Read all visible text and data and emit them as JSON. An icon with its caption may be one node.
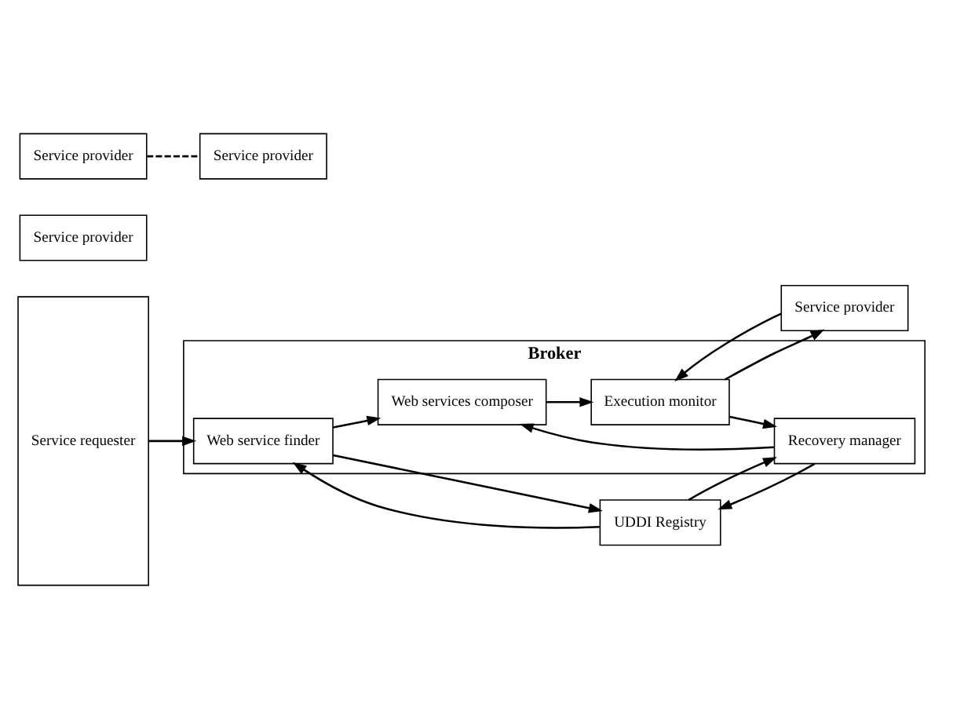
{
  "diagram": {
    "nodes": [
      {
        "text": [
          "Service requester"
        ]
      },
      {
        "text": [
          "Broker"
        ]
      },
      {
        "text": [
          "Web service finder"
        ],
        "in": 1
      },
      {
        "text": [
          "Web services composer"
        ],
        "in": 1
      },
      {
        "text": [
          "Execution monitor"
        ],
        "in": 1
      },
      {
        "text": [
          "Recovery manager"
        ],
        "in": 1
      },
      {
        "text": [
          "Service provider"
        ]
      },
      {
        "text": [
          "Service provider"
        ]
      },
      {
        "text": [
          "Service provider"
        ]
      },
      {
        "text": [
          "Service provider"
        ]
      },
      {
        "text": [
          "UDDI Registry"
        ]
      }
    ],
    "edges": [
      {
        "from": 0,
        "to": 2,
        "arrow": "to"
      },
      {
        "from": 2,
        "to": 3,
        "arrow": "to"
      },
      {
        "from": 3,
        "to": 4,
        "arrow": "to"
      },
      {
        "from": 5,
        "to": 3,
        "arrow": "to"
      },
      {
        "from": 4,
        "to": 5,
        "arrow": "to"
      },
      {
        "from": 4,
        "to": 7,
        "arrow": "to"
      },
      {
        "from": 7,
        "to": 4,
        "arrow": "to"
      },
      {
        "from": 2,
        "to": 10,
        "arrow": "to"
      },
      {
        "from": 10,
        "to": 2,
        "arrow": "to"
      },
      {
        "from": 5,
        "to": 10,
        "arrow": "to"
      },
      {
        "from": 10,
        "to": 5,
        "arrow": "to"
      },
      {
        "from": 8,
        "to": 9,
        "arrow": "none",
        "style": "dashed"
      }
    ]
  }
}
